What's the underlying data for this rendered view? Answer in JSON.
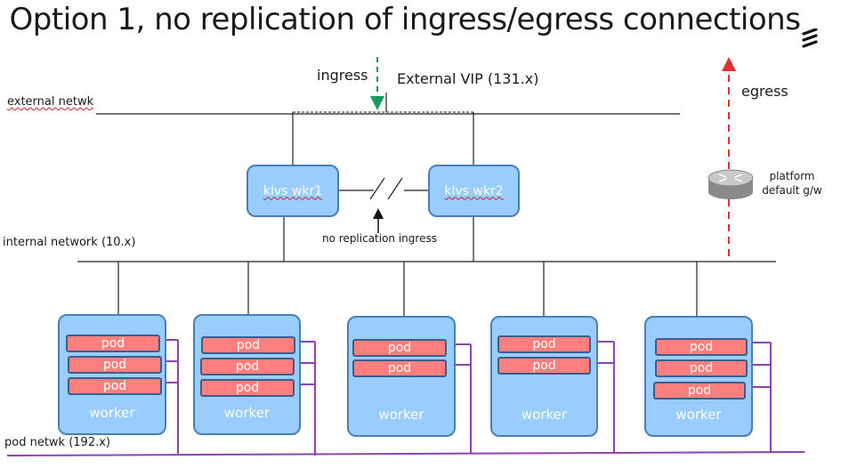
{
  "title": "Option 1, no replication of ingress/egress connections",
  "labels": {
    "ingress": "ingress",
    "egress": "egress",
    "external_vip": "External VIP (131.x)",
    "external_network": "external netwk",
    "internal_network": "internal network (10.x)",
    "pod_network": "pod netwk (192.x)",
    "no_replication": "no replication ingress",
    "gateway": "platform default g/w"
  },
  "klvs_nodes": [
    "klvs wkr1",
    "klvs wkr2"
  ],
  "workers": [
    {
      "label": "worker",
      "pods": [
        "pod",
        "pod",
        "pod"
      ]
    },
    {
      "label": "worker",
      "pods": [
        "pod",
        "pod",
        "pod"
      ]
    },
    {
      "label": "worker",
      "pods": [
        "pod",
        "pod"
      ]
    },
    {
      "label": "worker",
      "pods": [
        "pod",
        "pod"
      ]
    },
    {
      "label": "worker",
      "pods": [
        "pod",
        "pod",
        "pod"
      ]
    }
  ],
  "colors": {
    "box_fill": "#99ccff",
    "box_border": "#4a7fb5",
    "pod_fill": "#ff7f7f",
    "pod_network": "#8e44ad",
    "ingress_arrow": "#1a9a5a",
    "egress_arrow": "#e03030"
  }
}
